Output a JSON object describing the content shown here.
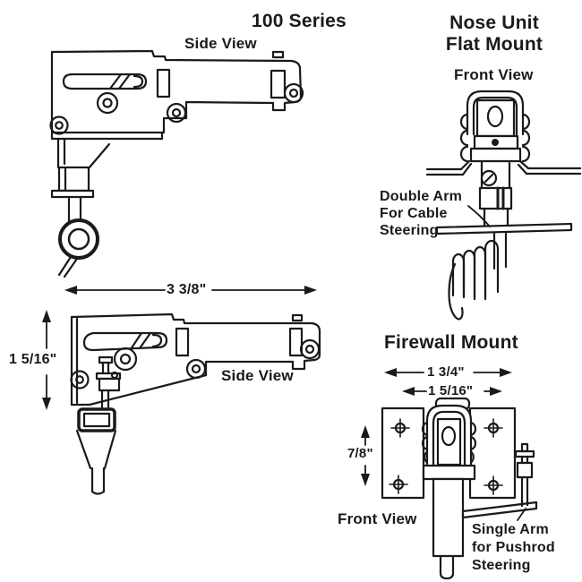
{
  "page": {
    "background": "#ffffff",
    "ink": "#1a1a1a"
  },
  "series": {
    "title": "100 Series",
    "side_view_top_label": "Side View",
    "side_view_bottom_label": "Side View"
  },
  "flat_mount": {
    "title_line1": "Nose Unit",
    "title_line2": "Flat Mount",
    "front_view_label": "Front View",
    "arm_note_line1": "Double Arm",
    "arm_note_line2": "For Cable",
    "arm_note_line3": "Steering"
  },
  "firewall_mount": {
    "title": "Firewall Mount",
    "front_view_label": "Front View",
    "arm_note_line1": "Single Arm",
    "arm_note_line2": "for Pushrod",
    "arm_note_line3": "Steering"
  },
  "dimensions": {
    "side_width": "3 3/8\"",
    "side_height": "1 5/16\"",
    "firewall_outer_width": "1 3/4\"",
    "firewall_inner_width": "1 5/16\"",
    "firewall_plate_height": "7/8\""
  }
}
